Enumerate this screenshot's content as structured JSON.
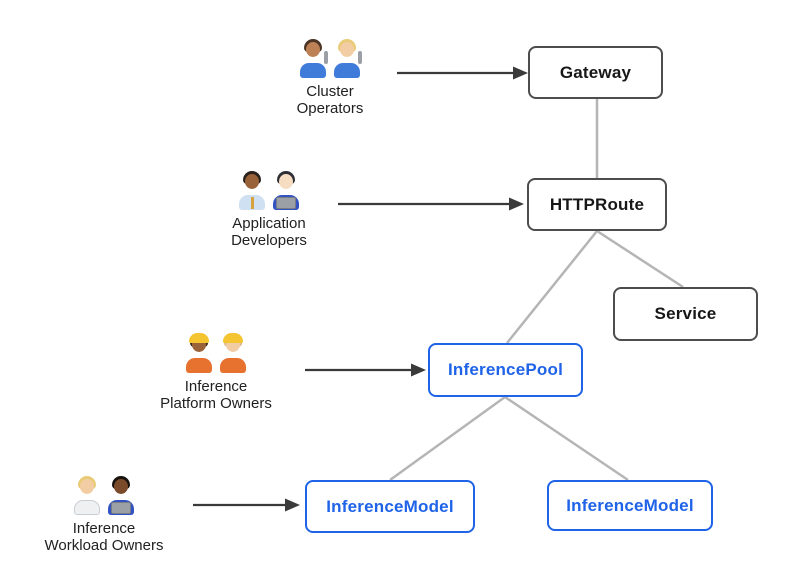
{
  "diagram": {
    "colors": {
      "background": "#ffffff",
      "dark_box_border": "#4d4d4d",
      "dark_box_text": "#171717",
      "blue_box_border": "#1f63e8",
      "blue_box_text": "#1f63e8",
      "connector_gray": "#b5b5b5",
      "arrow_dark": "#3a3a3a",
      "actor_label_text": "#212121"
    },
    "nodes": {
      "gateway": {
        "label": "Gateway",
        "style": "dark"
      },
      "httproute": {
        "label": "HTTPRoute",
        "style": "dark"
      },
      "service": {
        "label": "Service",
        "style": "dark"
      },
      "inferencepool": {
        "label": "InferencePool",
        "style": "blue"
      },
      "inferencemodel_left": {
        "label": "InferenceModel",
        "style": "blue"
      },
      "inferencemodel_right": {
        "label": "InferenceModel",
        "style": "blue"
      }
    },
    "actors": [
      {
        "name": "cluster-operators",
        "lines": [
          "Cluster",
          "Operators"
        ],
        "emoji": "👨🏽‍🔧 👩🏼‍🔧",
        "icons": [
          "man-mechanic-emoji",
          "woman-mechanic-emoji"
        ]
      },
      {
        "name": "application-developers",
        "lines": [
          "Application",
          "Developers"
        ],
        "emoji": "👨🏾‍💼 👩🏻‍💻",
        "icons": [
          "man-office-worker-emoji",
          "woman-technologist-emoji"
        ]
      },
      {
        "name": "inference-platform-owners",
        "lines": [
          "Inference",
          "Platform Owners"
        ],
        "emoji": "👷🏾‍♀️ 👷🏻",
        "icons": [
          "woman-construction-worker-emoji",
          "man-construction-worker-emoji"
        ]
      },
      {
        "name": "inference-workload-owners",
        "lines": [
          "Inference",
          "Workload Owners"
        ],
        "emoji": "🧑🏼‍⚕️ 👨🏿‍💻",
        "icons": [
          "health-worker-emoji",
          "man-technologist-emoji"
        ]
      }
    ],
    "edges": [
      {
        "from": "Gateway",
        "to": "HTTPRoute"
      },
      {
        "from": "HTTPRoute",
        "to": "InferencePool"
      },
      {
        "from": "HTTPRoute",
        "to": "Service"
      },
      {
        "from": "InferencePool",
        "to": "InferenceModel (left)"
      },
      {
        "from": "InferencePool",
        "to": "InferenceModel (right)"
      }
    ],
    "actor_arrows": [
      {
        "from": "Cluster Operators",
        "to": "Gateway"
      },
      {
        "from": "Application Developers",
        "to": "HTTPRoute"
      },
      {
        "from": "Inference Platform Owners",
        "to": "InferencePool"
      },
      {
        "from": "Inference Workload Owners",
        "to": "InferenceModel (left)"
      }
    ]
  }
}
